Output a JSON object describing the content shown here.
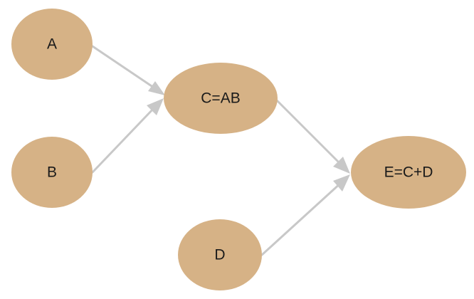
{
  "diagram": {
    "node_fill": "#d6b286",
    "edge_color": "#c8c8c8",
    "nodes": {
      "a": {
        "label": "A"
      },
      "b": {
        "label": "B"
      },
      "c": {
        "label": "C=AB"
      },
      "d": {
        "label": "D"
      },
      "e": {
        "label": "E=C+D"
      }
    },
    "edges": [
      {
        "from": "A",
        "to": "C=AB"
      },
      {
        "from": "B",
        "to": "C=AB"
      },
      {
        "from": "C=AB",
        "to": "E=C+D"
      },
      {
        "from": "D",
        "to": "E=C+D"
      }
    ]
  }
}
